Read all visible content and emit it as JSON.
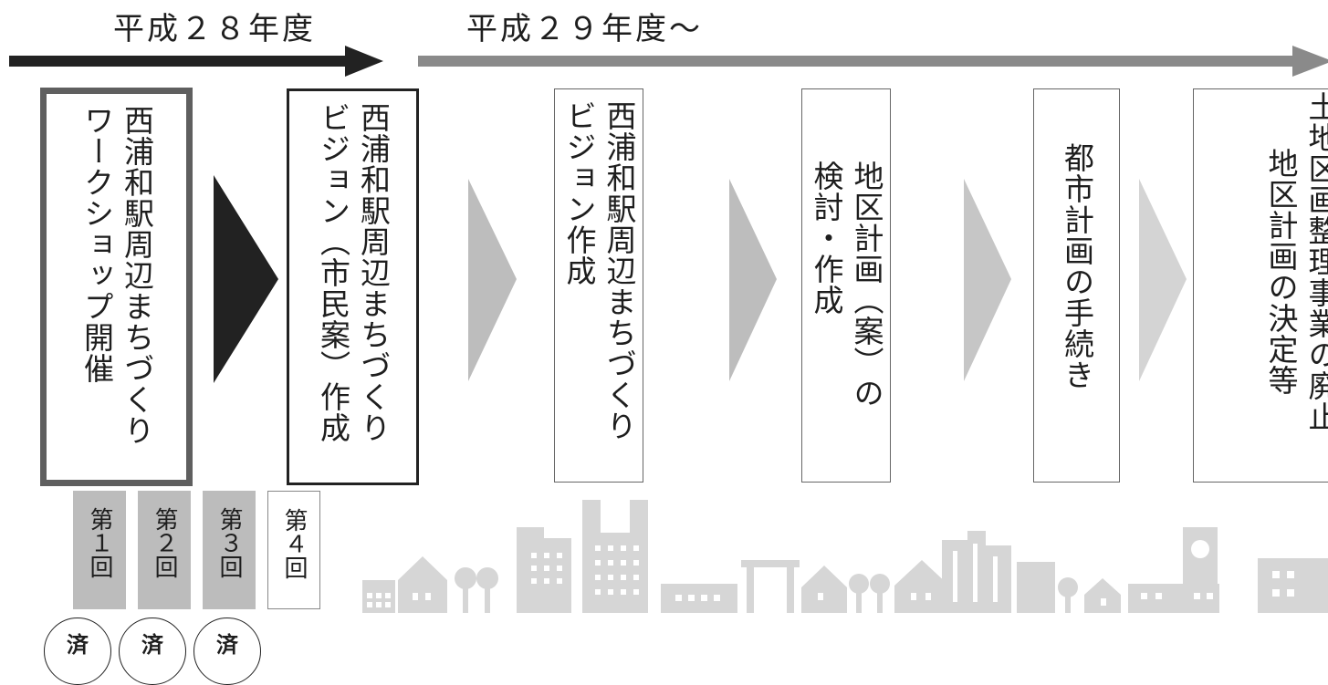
{
  "periods": [
    {
      "label": "平成２８年度"
    },
    {
      "label": "平成２９年度～"
    }
  ],
  "steps": [
    {
      "lines": [
        "西浦和駅周辺まちづくり",
        "ワークショップ開催"
      ]
    },
    {
      "lines": [
        "西浦和駅周辺まちづくり",
        "ビジョン（市民案）作成"
      ]
    },
    {
      "lines": [
        "西浦和駅周辺まちづくり",
        "ビジョン作成"
      ]
    },
    {
      "lines": [
        "地区計画（案）の",
        "検討・作成"
      ]
    },
    {
      "lines": [
        "都市計画の手続き"
      ]
    },
    {
      "lines": [
        "土地区画整理事業の廃止",
        "地区計画の決定等"
      ]
    }
  ],
  "sessions": [
    {
      "label": "第１回",
      "completed": true
    },
    {
      "label": "第２回",
      "completed": true
    },
    {
      "label": "第３回",
      "completed": true
    },
    {
      "label": "第４回",
      "completed": false
    }
  ],
  "completed_badge": "済",
  "colors": {
    "dark": "#222222",
    "mid_gray": "#8a8a8a",
    "light_gray": "#bdbdbd",
    "pale_gray": "#d4d4d4",
    "tag_gray": "#bcbcbc",
    "skyline": "#d6d6d6"
  }
}
